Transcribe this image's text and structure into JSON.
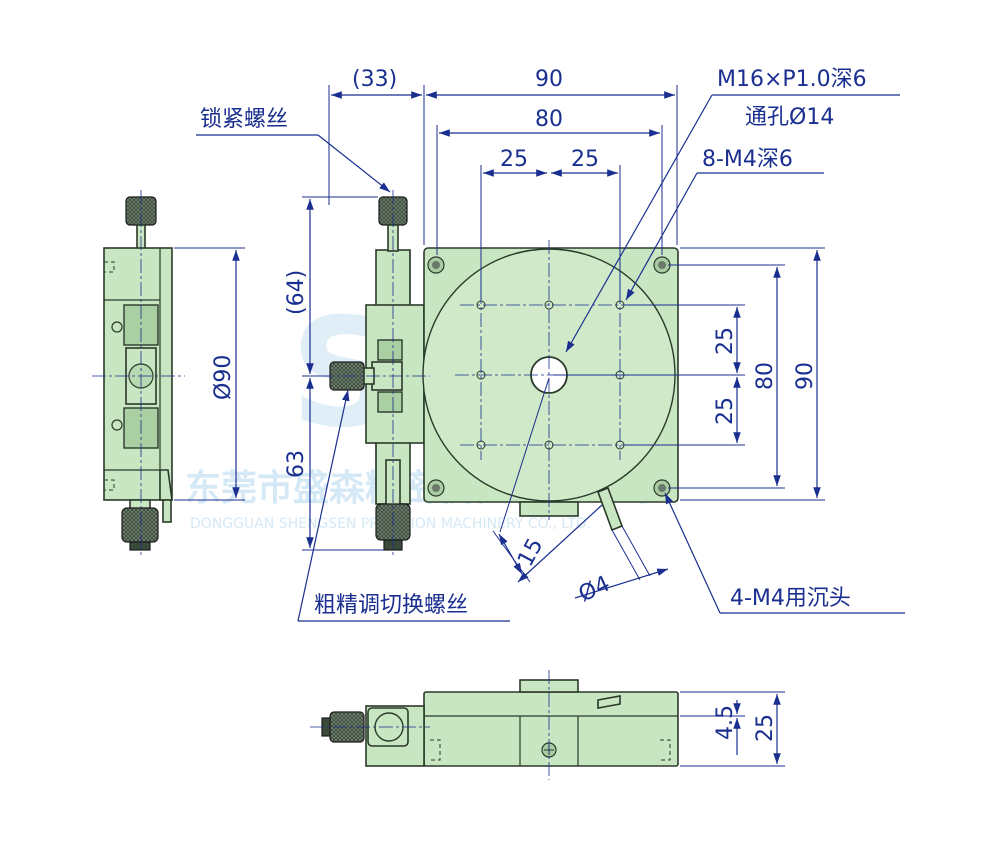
{
  "labels": {
    "dim_33": "(33)",
    "dim_90_top": "90",
    "dim_80_top": "80",
    "dim_25_left": "25",
    "dim_25_right": "25",
    "thread_main": "M16×P1.0深6",
    "through_hole": "通孔Ø14",
    "m4_holes": "8-M4深6",
    "lock_screw": "锁紧螺丝",
    "dim_64": "(64)",
    "dim_63": "63",
    "dim_phi90": "Ø90",
    "dim_25_r_upper": "25",
    "dim_25_r_lower": "25",
    "dim_80_right": "80",
    "dim_90_right": "90",
    "dim_15": "15",
    "dim_phi4": "Ø4",
    "counterbore": "4-M4用沉头",
    "adjust_screw": "粗精调切换螺丝",
    "dim_4_5": "4.5",
    "dim_25_side": "25"
  },
  "watermark": {
    "logo": "SEN",
    "company_cn": "东莞市盛森精密机械有限公司",
    "company_en": "DONGGUAN SHENGSEN PRECISION MACHINERY CO., LTD."
  },
  "colors": {
    "dimension": "#1a2f8f",
    "part_fill": "#c8e6c2",
    "outline": "#2a3a2a",
    "knob": "#3a4a3a",
    "watermark": "#5aa8d8"
  }
}
